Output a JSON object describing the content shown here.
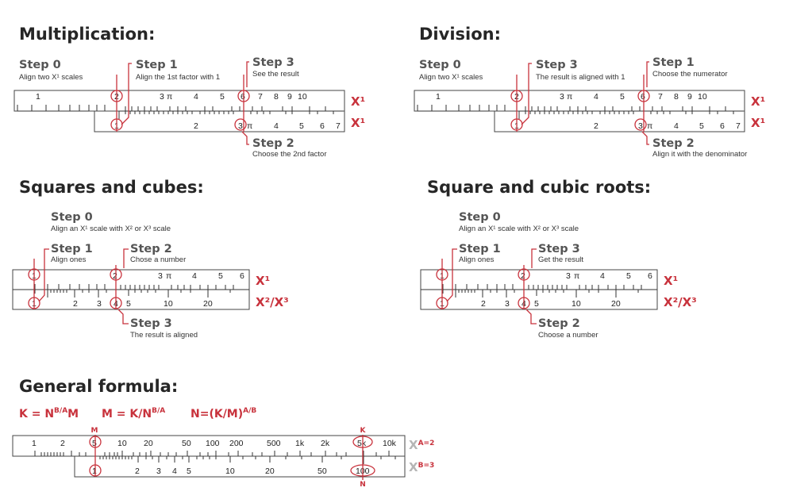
{
  "colors": {
    "accent": "#c8323c",
    "text": "#262626",
    "ink": "#333333",
    "muted": "#b5b5b5"
  },
  "panels": {
    "mult": {
      "title": "Multiplication:",
      "steps": [
        {
          "head": "Step 0",
          "desc": "Align two X¹ scales"
        },
        {
          "head": "Step 1",
          "desc": "Align the 1st factor with 1"
        },
        {
          "head": "Step 3",
          "desc": "See the result"
        },
        {
          "head": "Step 2",
          "desc": "Choose the 2nd factor"
        }
      ],
      "scale_top_labels": [
        "1",
        "2",
        "3",
        "π",
        "4",
        "5",
        "6",
        "7",
        "8",
        "9",
        "10"
      ],
      "scale_bottom_labels": [
        "1",
        "2",
        "3",
        "π",
        "4",
        "5",
        "6",
        "7"
      ],
      "right_labels": [
        "X¹",
        "X¹"
      ]
    },
    "div": {
      "title": "Division:",
      "steps": [
        {
          "head": "Step 0",
          "desc": "Align two X¹ scales"
        },
        {
          "head": "Step 3",
          "desc": "The result is aligned with 1"
        },
        {
          "head": "Step 1",
          "desc": "Choose the numerator"
        },
        {
          "head": "Step 2",
          "desc": "Align it with the denominator"
        }
      ],
      "scale_top_labels": [
        "1",
        "2",
        "3",
        "π",
        "4",
        "5",
        "6",
        "7",
        "8",
        "9",
        "10"
      ],
      "scale_bottom_labels": [
        "1",
        "2",
        "3",
        "π",
        "4",
        "5",
        "6",
        "7"
      ],
      "right_labels": [
        "X¹",
        "X¹"
      ]
    },
    "squares": {
      "title": "Squares and cubes:",
      "steps": [
        {
          "head": "Step 0",
          "desc": "Align an X¹ scale with X² or X³ scale"
        },
        {
          "head": "Step 1",
          "desc": "Align ones"
        },
        {
          "head": "Step 2",
          "desc": "Chose a number"
        },
        {
          "head": "Step 3",
          "desc": "The result is aligned"
        }
      ],
      "scale_top_labels": [
        "1",
        "2",
        "3",
        "π",
        "4",
        "5",
        "6"
      ],
      "scale_bottom_labels": [
        "1",
        "2",
        "3",
        "4",
        "5",
        "10",
        "20"
      ],
      "right_labels": [
        "X¹",
        "X²/X³"
      ]
    },
    "roots": {
      "title": "Square and cubic roots:",
      "steps": [
        {
          "head": "Step 0",
          "desc": "Align an X¹ scale with X² or X³ scale"
        },
        {
          "head": "Step 1",
          "desc": "Align ones"
        },
        {
          "head": "Step 3",
          "desc": "Get the result"
        },
        {
          "head": "Step 2",
          "desc": "Choose a number"
        }
      ],
      "scale_top_labels": [
        "1",
        "2",
        "3",
        "π",
        "4",
        "5",
        "6"
      ],
      "scale_bottom_labels": [
        "1",
        "2",
        "3",
        "4",
        "5",
        "10",
        "20"
      ],
      "right_labels": [
        "X¹",
        "X²/X³"
      ]
    },
    "general": {
      "title": "General formula:",
      "formulas": [
        "K = N",
        "B/A",
        "M",
        "M = K/N",
        "B/A",
        "N=(K/M)",
        "A/B"
      ],
      "markers": [
        "M",
        "K",
        "N"
      ],
      "scale_top_labels": [
        "1",
        "2",
        "5",
        "10",
        "20",
        "50",
        "100",
        "200",
        "500",
        "1k",
        "2k",
        "5k",
        "10k"
      ],
      "scale_bottom_labels": [
        "1",
        "2",
        "3",
        "4",
        "5",
        "10",
        "20",
        "50",
        "100"
      ],
      "right_labels": [
        "X",
        "A=2",
        "X",
        "B=3"
      ]
    }
  }
}
